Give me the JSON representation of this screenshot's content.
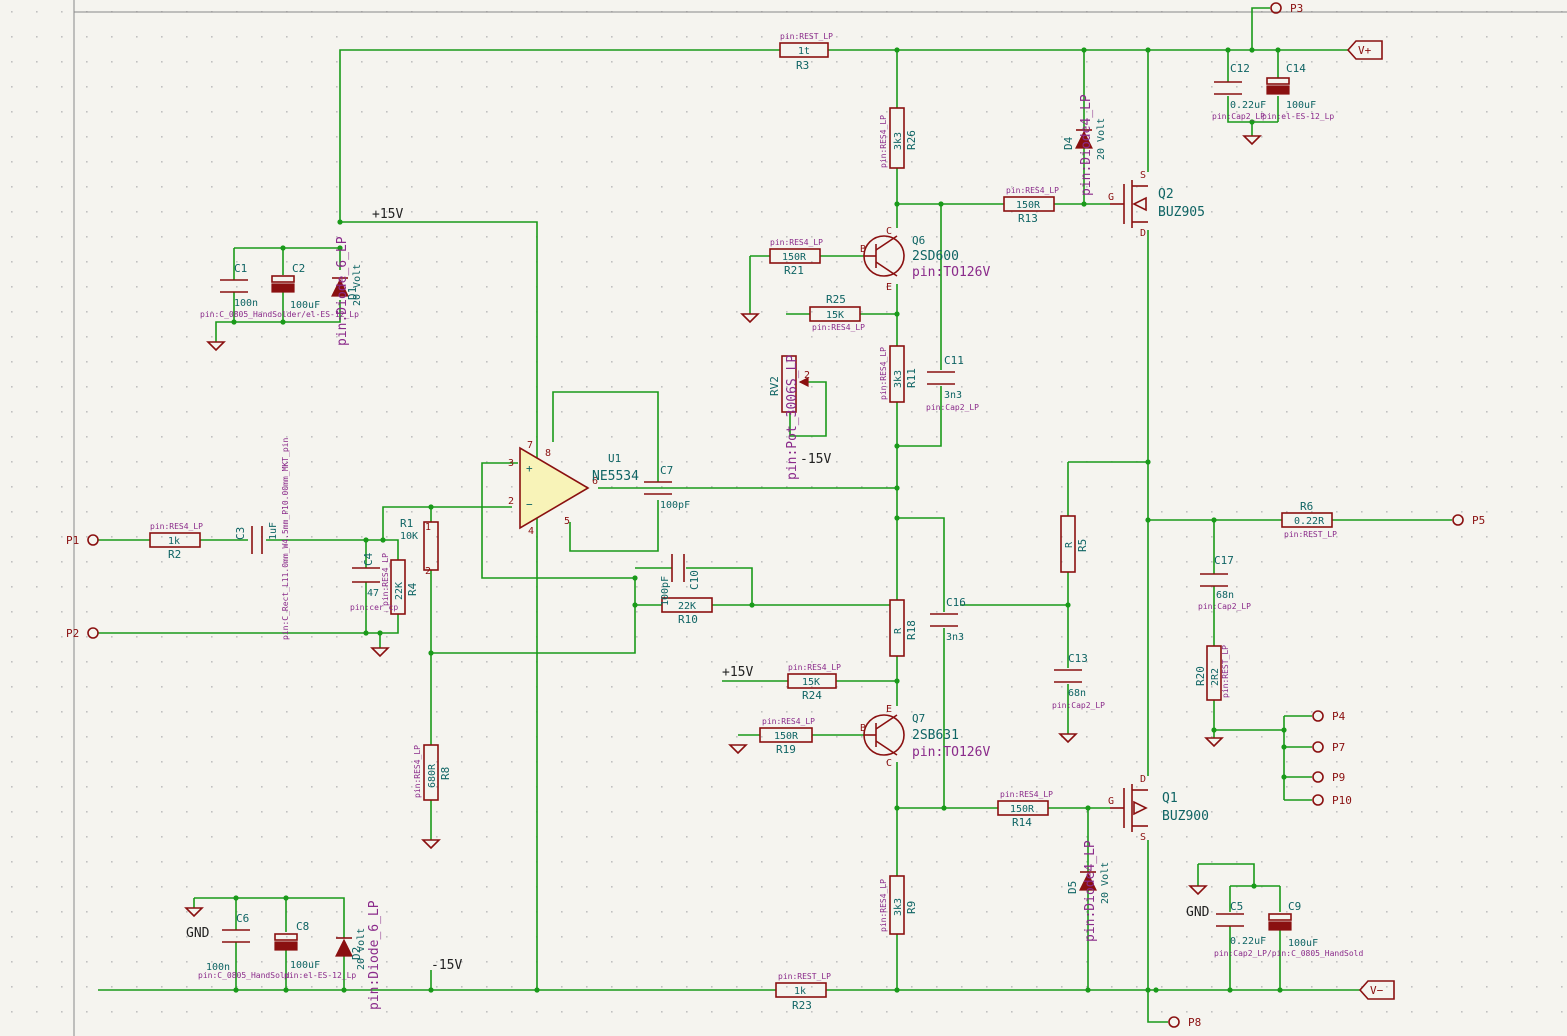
{
  "colors": {
    "wire": "#1a9a1a",
    "symbol": "#8a1010",
    "reference": "#0f6464",
    "footprint": "#8a2a8a",
    "background": "#f5f4ef",
    "grid": "#c0c0c0"
  },
  "ports": {
    "p1": "P1",
    "p2": "P2",
    "p3": "P3",
    "p4": "P4",
    "p5": "P5",
    "p7": "P7",
    "p8": "P8",
    "p9": "P9",
    "p10": "P10",
    "vplus": "V+",
    "vminus": "V−"
  },
  "nets": {
    "plus15_top": "+15V",
    "minus15_mid": "-15V",
    "plus15_mid": "+15V",
    "minus15_bottom": "-15V",
    "gnd1": "GND",
    "gnd2": "GND"
  },
  "components": {
    "r1": {
      "ref": "R1",
      "value": "10K",
      "pin1": "1",
      "pin2": "2"
    },
    "r2": {
      "ref": "R2",
      "value": "1k",
      "footprint": "pin:RES4_LP"
    },
    "r3": {
      "ref": "R3",
      "value": "1t",
      "footprint": "pin:REST_LP"
    },
    "r4": {
      "ref": "R4",
      "value": "22K",
      "footprint": "pin:RES4_LP"
    },
    "r5": {
      "ref": "R5",
      "value": "R"
    },
    "r6": {
      "ref": "R6",
      "value": "0.22R",
      "footprint": "pin:REST_LP"
    },
    "r8": {
      "ref": "R8",
      "value": "680R",
      "footprint": "pin:RES4_LP"
    },
    "r9": {
      "ref": "R9",
      "value": "3k3",
      "footprint": "pin:RES4_LP"
    },
    "r10": {
      "ref": "R10",
      "value": "22K"
    },
    "r11": {
      "ref": "R11",
      "value": "3k3",
      "footprint": "pin:RES4_LP"
    },
    "r13": {
      "ref": "R13",
      "value": "150R",
      "footprint": "pin:RES4_LP"
    },
    "r14": {
      "ref": "R14",
      "value": "150R",
      "footprint": "pin:RES4_LP"
    },
    "r18": {
      "ref": "R18",
      "value": "R"
    },
    "r19": {
      "ref": "R19",
      "value": "150R",
      "footprint": "pin:RES4_LP"
    },
    "r20": {
      "ref": "R20",
      "value": "2R2",
      "footprint": "pin:REST_LP"
    },
    "r21": {
      "ref": "R21",
      "value": "150R",
      "footprint": "pin:RES4_LP"
    },
    "r23": {
      "ref": "R23",
      "value": "1k",
      "footprint": "pin:REST_LP"
    },
    "r24": {
      "ref": "R24",
      "value": "15K",
      "footprint": "pin:RES4_LP"
    },
    "r25": {
      "ref": "R25",
      "value": "15K",
      "footprint": "pin:RES4_LP"
    },
    "r26": {
      "ref": "R26",
      "value": "3k3",
      "footprint": "pin:RES4_LP"
    },
    "c1": {
      "ref": "C1",
      "value": "100n"
    },
    "c2": {
      "ref": "C2",
      "value": "100uF"
    },
    "c1c2_fp": "pin:C_0805_HandSolder/el-ES-12_Lp",
    "c3": {
      "ref": "C3",
      "value": "1uF",
      "footprint": "pin:C_Rect_L11.0mm_W4.5mm_P10.00mm_MKT_pin"
    },
    "c4": {
      "ref": "C4",
      "value": "47",
      "footprint": "pin:cer_cp"
    },
    "c5": {
      "ref": "C5",
      "value": "0.22uF"
    },
    "c6": {
      "ref": "C6",
      "value": "100n",
      "footprint": "pin:C_0805_HandSold"
    },
    "c7": {
      "ref": "C7",
      "value": "100pF"
    },
    "c8": {
      "ref": "C8",
      "value": "100uF",
      "footprint": "pin:el-ES-12_Lp"
    },
    "c9": {
      "ref": "C9",
      "value": "100uF"
    },
    "c5c9_fp": "pin:Cap2_LP/pin:C_0805_HandSold",
    "c10": {
      "ref": "C10",
      "value": "100pF"
    },
    "c11": {
      "ref": "C11",
      "value": "3n3",
      "footprint": "pin:Cap2_LP"
    },
    "c12": {
      "ref": "C12",
      "value": "0.22uF",
      "footprint": "pin:Cap2_LP"
    },
    "c13": {
      "ref": "C13",
      "value": "68n",
      "footprint": "pin:Cap2_LP"
    },
    "c14": {
      "ref": "C14",
      "value": "100uF",
      "footprint": "pin:el-ES-12_Lp"
    },
    "c16": {
      "ref": "C16",
      "value": "3n3"
    },
    "c17": {
      "ref": "C17",
      "value": "68n",
      "footprint": "pin:Cap2_LP"
    },
    "d1": {
      "ref": "D1",
      "value": "20 Volt",
      "footprint": "pin:Diode_6_LP"
    },
    "d2": {
      "ref": "D2",
      "value": "20 Volt",
      "footprint": "pin:Diode_6_LP"
    },
    "d4": {
      "ref": "D4",
      "value": "20 Volt",
      "footprint": "pin:Diode4_LP"
    },
    "d5": {
      "ref": "D5",
      "value": "20 Volt",
      "footprint": "pin:Diode4_LP"
    },
    "q1": {
      "ref": "Q1",
      "value": "BUZ900",
      "g": "G",
      "d": "D",
      "s": "S"
    },
    "q2": {
      "ref": "Q2",
      "value": "BUZ905",
      "g": "G",
      "d": "D",
      "s": "S"
    },
    "q6": {
      "ref": "Q6",
      "value": "2SD600",
      "footprint": "pin:TO126V",
      "b": "B",
      "c": "C",
      "e": "E"
    },
    "q7": {
      "ref": "Q7",
      "value": "2SB631",
      "footprint": "pin:TO126V",
      "b": "B",
      "c": "C",
      "e": "E"
    },
    "u1": {
      "ref": "U1",
      "value": "NE5534",
      "p2": "2",
      "p3": "3",
      "p4": "4",
      "p5": "5",
      "p6": "6",
      "p7": "7",
      "p8": "8"
    },
    "rv2": {
      "ref": "RV2",
      "footprint": "pin:Pot_3006S_LP",
      "wiper": "2"
    }
  }
}
